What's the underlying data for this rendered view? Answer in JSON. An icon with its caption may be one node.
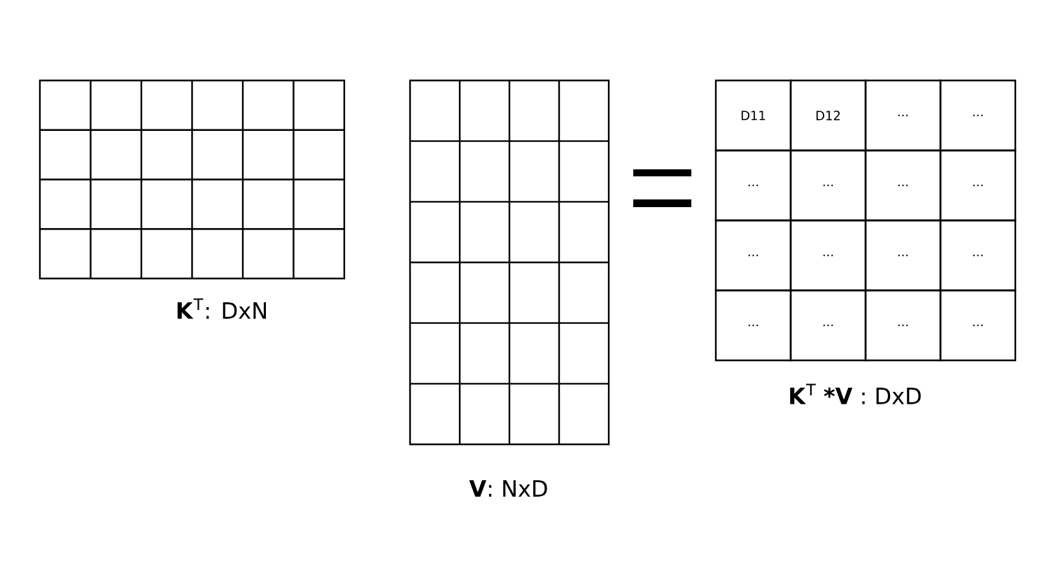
{
  "diagram": {
    "labels": [
      "**K**$^{T}$: DxN",
      "**V**: NxD",
      "D11",
      "D12",
      "...",
      "...",
      "...",
      "...",
      "...",
      "...",
      "...",
      "...",
      "...",
      "...",
      "...",
      "...",
      "...",
      "...",
      "**K**$^{T}$ ***V** : DxD"
    ]
  }
}
